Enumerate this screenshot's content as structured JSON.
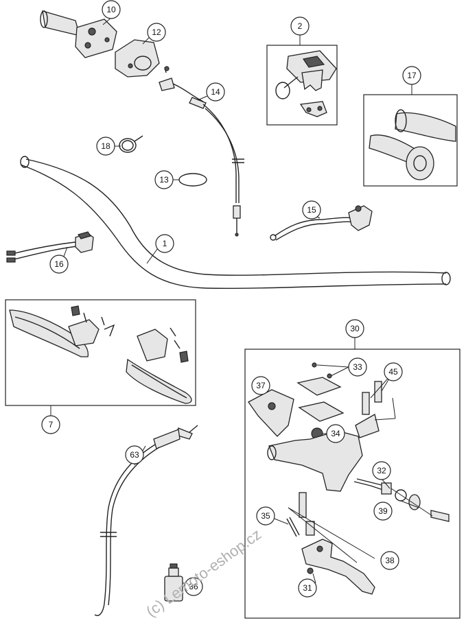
{
  "callouts": {
    "c1": "1",
    "c2": "2",
    "c7": "7",
    "c10": "10",
    "c12": "12",
    "c13": "13",
    "c14": "14",
    "c15": "15",
    "c16": "16",
    "c17": "17",
    "c18": "18",
    "c30": "30",
    "c31": "31",
    "c32": "32",
    "c33": "33",
    "c34": "34",
    "c35": "35",
    "c36": "36",
    "c37": "37",
    "c38": "38",
    "c39": "39",
    "c45": "45",
    "c63": "63"
  },
  "watermark": "(c) Lemoto-eshop.cz",
  "colors": {
    "line": "#222222",
    "fill": "#e6e6e6",
    "watermark": "#b0b0b0"
  }
}
